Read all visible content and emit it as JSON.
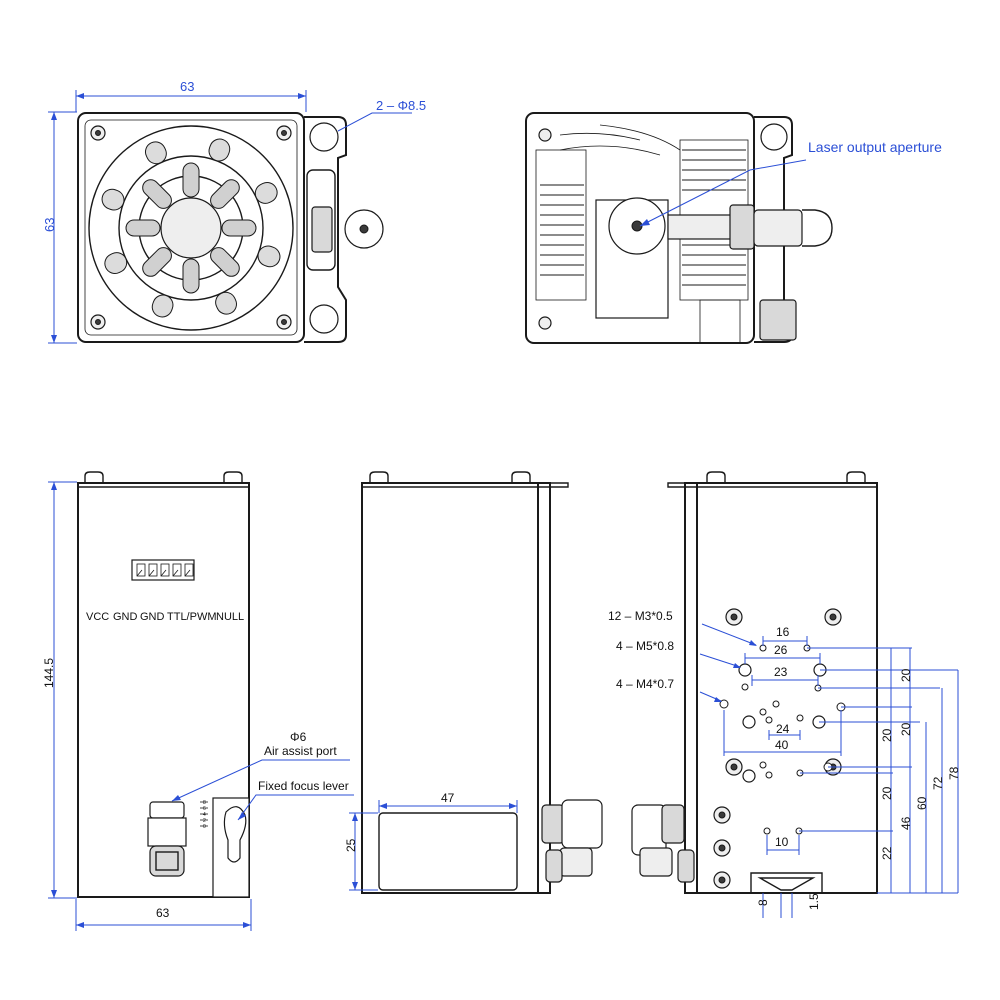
{
  "dims": {
    "top_width": "63",
    "top_height": "63",
    "holes": "2 – Φ8.5",
    "height": "144.5",
    "bottom_width": "63",
    "window_width": "47",
    "window_height": "25",
    "air_port_size": "Φ6",
    "r_16": "16",
    "r_26": "26",
    "r_23": "23",
    "r_24": "24",
    "r_40": "40",
    "r_10": "10",
    "v_20a": "20",
    "v_20b": "20",
    "v_20c": "20",
    "v_20d": "20",
    "v_22": "22",
    "v_46": "46",
    "v_60": "60",
    "v_72": "72",
    "v_78": "78",
    "b_8": "8",
    "b_15": "1.5"
  },
  "labels": {
    "laser_aperture": "Laser output aperture",
    "air_assist": "Air assist port",
    "fixed_focus": "Fixed focus lever",
    "m3": "12 – M3*0.5",
    "m5": "4 – M5*0.8",
    "m4": "4 – M4*0.7"
  },
  "pins": [
    "VCC",
    "GND",
    "GND",
    "TTL/PWM",
    "NULL"
  ],
  "scale_marks": [
    "8",
    "6",
    "4",
    "2",
    "0"
  ],
  "colors": {
    "annotation": "#2b4fd6",
    "line": "#1a1a1a",
    "fill_gray": "#d9d9d9"
  }
}
